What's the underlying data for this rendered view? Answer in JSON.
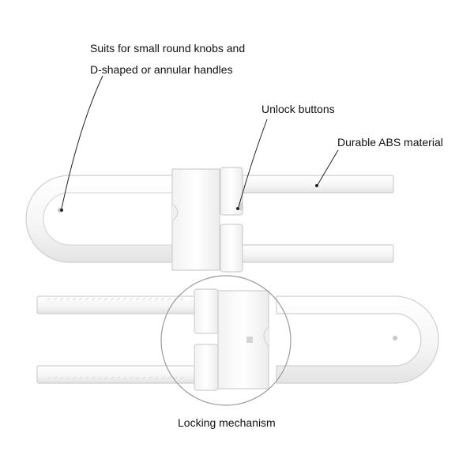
{
  "callouts": {
    "suits_line1": "Suits for small round knobs and",
    "suits_line2": "D-shaped or annular handles",
    "unlock": "Unlock buttons",
    "material": "Durable ABS material",
    "locking": "Locking mechanism"
  },
  "colors": {
    "background": "#ffffff",
    "product_fill": "#fbfbfb",
    "product_edge": "#cfcfcf",
    "shadow": "#e2e2e2",
    "leader_line": "#222222",
    "text": "#111111"
  },
  "icons": {
    "product_top": "u-shaped-cabinet-lock-photo",
    "product_bottom": "u-shaped-cabinet-lock-photo-flipped",
    "magnifier": "circle-highlight"
  }
}
